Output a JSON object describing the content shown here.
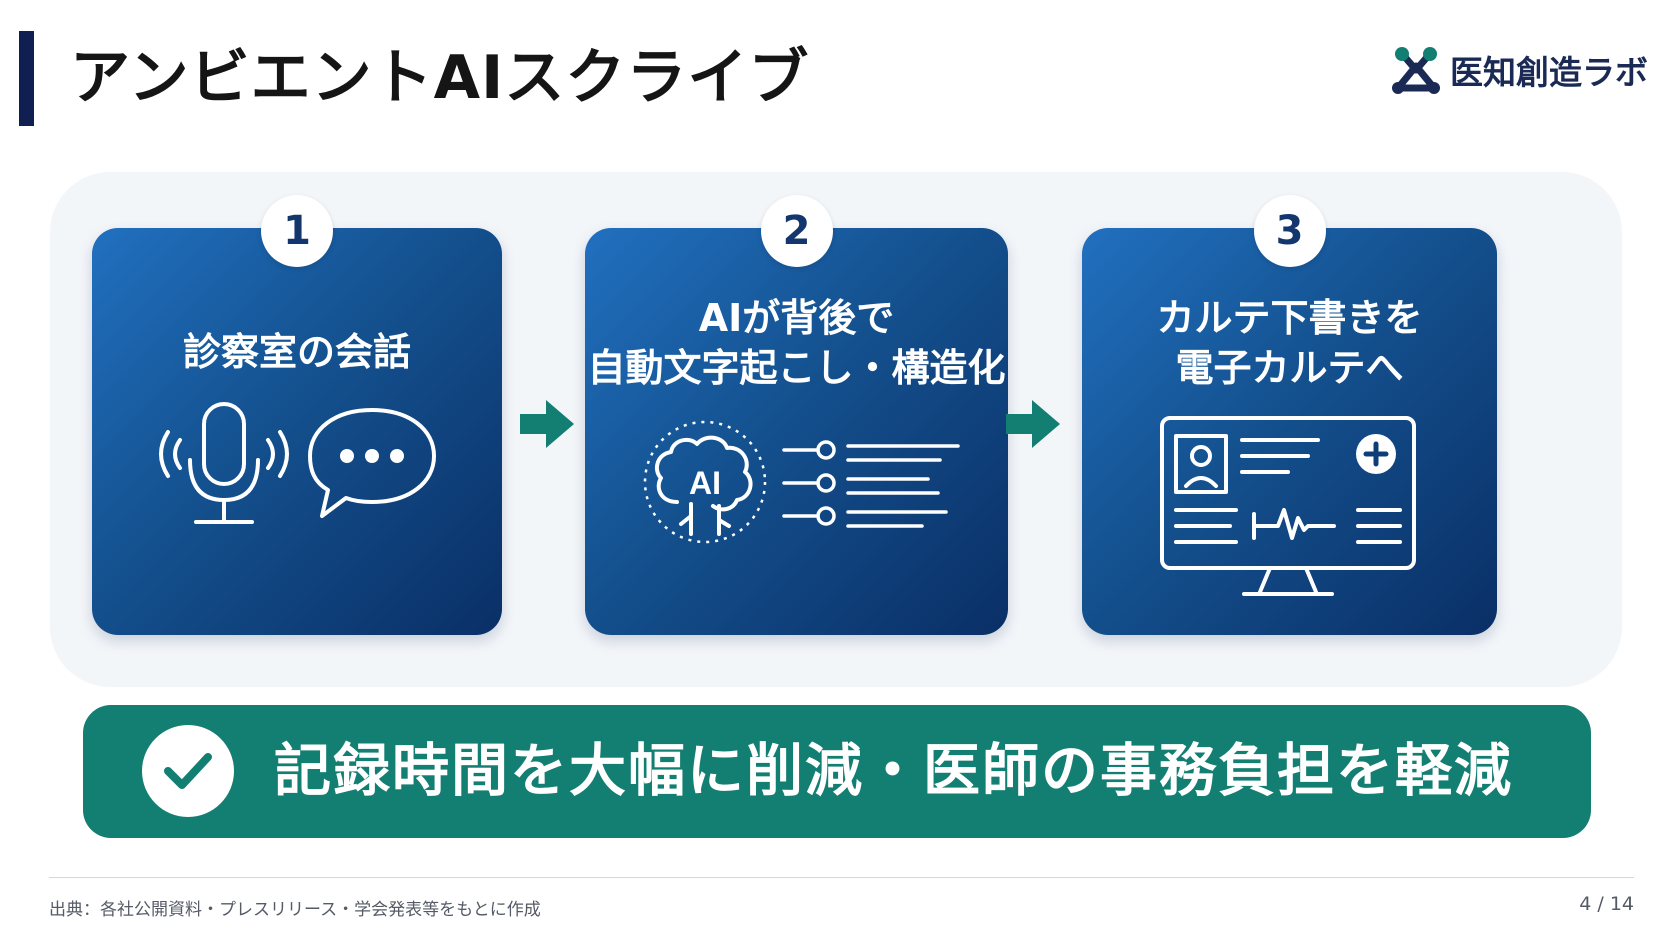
{
  "header": {
    "title": "アンビエントAIスクライブ",
    "brand_name": "医知創造ラボ",
    "brand_icon": "molecule-logo-icon"
  },
  "steps": [
    {
      "number": "1",
      "lines": [
        "診察室の会話"
      ],
      "icons": [
        "microphone-icon",
        "speech-bubble-icon"
      ]
    },
    {
      "number": "2",
      "lines": [
        "AIが背後で",
        "自動文字起こし・構造化"
      ],
      "icons": [
        "ai-brain-icon",
        "structured-text-lines-icon"
      ]
    },
    {
      "number": "3",
      "lines": [
        "カルテ下書きを",
        "電子カルテへ"
      ],
      "icons": [
        "ehr-monitor-icon"
      ]
    }
  ],
  "summary": {
    "text": "記録時間を大幅に削減・医師の事務負担を軽減",
    "icon": "check-icon"
  },
  "footer": {
    "source": "出典：各社公開資料・プレスリリース・学会発表等をもとに作成",
    "page": "4 / 14"
  },
  "colors": {
    "title_bar": "#0f1f52",
    "card_gradient_start": "#2170c0",
    "card_gradient_end": "#0a2f66",
    "arrow": "#137e72",
    "summary_band": "#137e72",
    "panel_bg": "#f3f6f9"
  }
}
